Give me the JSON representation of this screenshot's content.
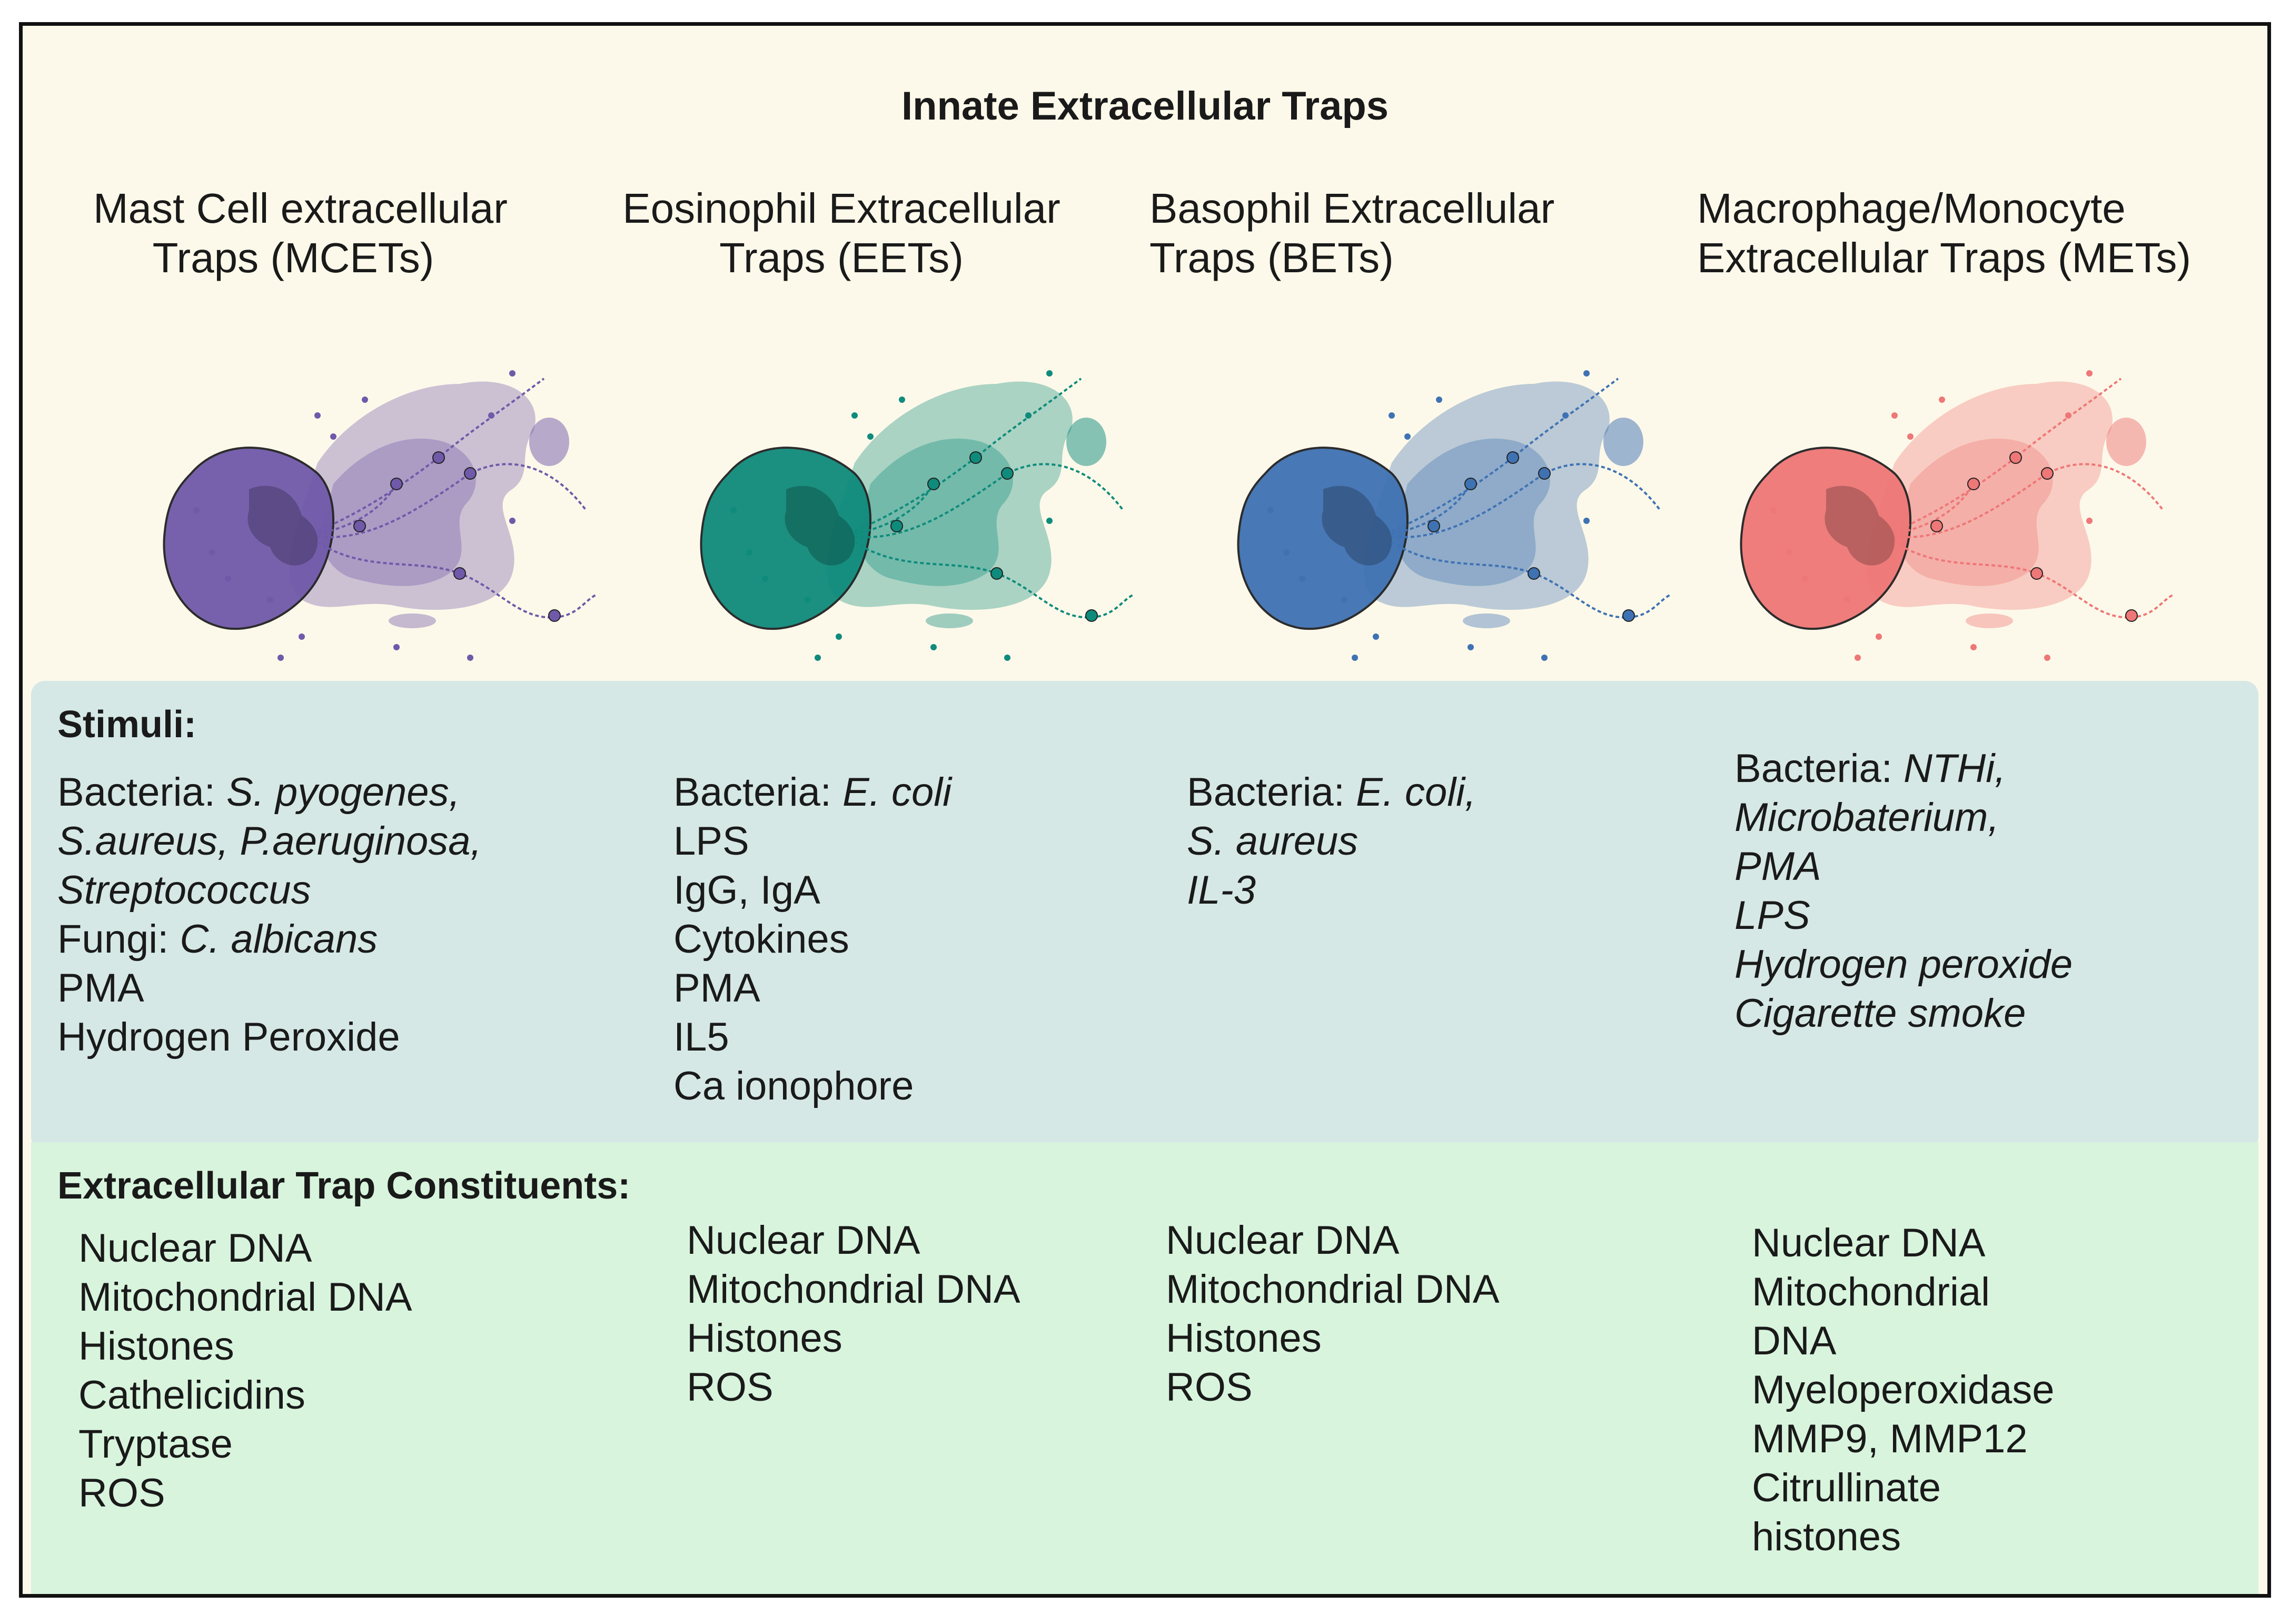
{
  "title": "Innate Extracellular Traps",
  "columns": [
    {
      "title_lines": [
        "Mast Cell extracellular",
        "Traps (MCETs)"
      ],
      "color": "#7059a9"
    },
    {
      "title_lines": [
        "Eosinophil Extracellular",
        "Traps (EETs)"
      ],
      "color": "#0f8b7c"
    },
    {
      "title_lines": [
        "Basophil Extracellular",
        "Traps (BETs)"
      ],
      "color": "#3f72b3"
    },
    {
      "title_lines": [
        "Macrophage/Monocyte",
        "Extracellular Traps (METs)"
      ],
      "color": "#ee7777"
    }
  ],
  "stimuli": {
    "heading": "Stimuli:",
    "col1": {
      "bacteria_label": "Bacteria: ",
      "bacteria_italic": "S. pyogenes,",
      "line2": "S.aureus, P.aeruginosa,",
      "line3": "Streptococcus",
      "fungi_label": "Fungi: ",
      "fungi_italic": "C. albicans",
      "line5": "PMA",
      "line6": "Hydrogen Peroxide"
    },
    "col2": {
      "bacteria_label": "Bacteria: ",
      "bacteria_italic": "E. coli",
      "items": [
        "LPS",
        "IgG, IgA",
        "Cytokines",
        "PMA",
        "IL5",
        "Ca ionophore"
      ]
    },
    "col3": {
      "bacteria_label": "Bacteria: ",
      "bacteria_italic": "E. coli,",
      "line2": "S. aureus",
      "line3": "IL-3"
    },
    "col4": {
      "bacteria_label": "Bacteria: ",
      "bacteria_italic": "NTHi,",
      "items": [
        "Microbaterium,",
        "PMA",
        "LPS",
        "Hydrogen peroxide",
        "Cigarette smoke"
      ]
    }
  },
  "constituents": {
    "heading": "Extracellular Trap Constituents:",
    "col1": [
      "Nuclear DNA",
      "Mitochondrial DNA",
      "Histones",
      "Cathelicidins",
      "Tryptase",
      "ROS"
    ],
    "col2": [
      "Nuclear DNA",
      "Mitochondrial DNA",
      "Histones",
      "ROS"
    ],
    "col3": [
      "Nuclear DNA",
      "Mitochondrial DNA",
      "Histones",
      "ROS"
    ],
    "col4": [
      "Nuclear DNA",
      "Mitochondrial",
      "DNA",
      "Myeloperoxidase",
      "MMP9, MMP12",
      "Citrullinate",
      "histones"
    ]
  }
}
